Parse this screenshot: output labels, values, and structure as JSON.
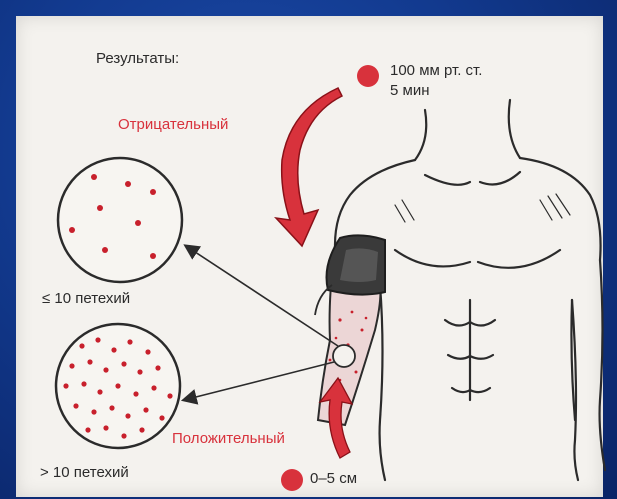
{
  "heading": "Результаты:",
  "pressure": {
    "line1": "100 мм рт. ст.",
    "line2": "5 мин"
  },
  "negative_label": "Отрицательный",
  "positive_label": "Положительный",
  "count_low": "≤ 10 петехий",
  "count_high": "> 10 петехий",
  "distance": "0–5 см",
  "colors": {
    "background": "#123a8f",
    "panel": "#f4f2ee",
    "accent_red": "#d8323c",
    "dot_red": "#c8202c",
    "ink": "#2b2b2b"
  },
  "icons": {
    "pressure_marker": "red-dot",
    "distance_marker": "red-dot",
    "cuff": "blood-pressure-cuff"
  }
}
